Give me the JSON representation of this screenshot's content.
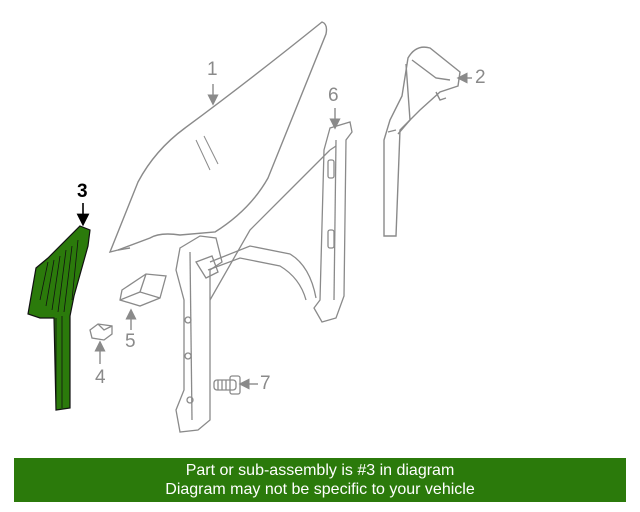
{
  "diagram": {
    "callouts": [
      {
        "id": "1",
        "label": "1"
      },
      {
        "id": "2",
        "label": "2"
      },
      {
        "id": "3",
        "label": "3",
        "highlighted": true
      },
      {
        "id": "4",
        "label": "4"
      },
      {
        "id": "5",
        "label": "5"
      },
      {
        "id": "6",
        "label": "6"
      },
      {
        "id": "7",
        "label": "7"
      }
    ],
    "highlight_color": "#2b7a0b",
    "line_color": "#8a8a8a"
  },
  "banner": {
    "line1": "Part or sub-assembly is #3 in diagram",
    "line2": "Diagram may not be specific to your vehicle",
    "background": "#2b7a0b",
    "text_color": "#ffffff"
  }
}
